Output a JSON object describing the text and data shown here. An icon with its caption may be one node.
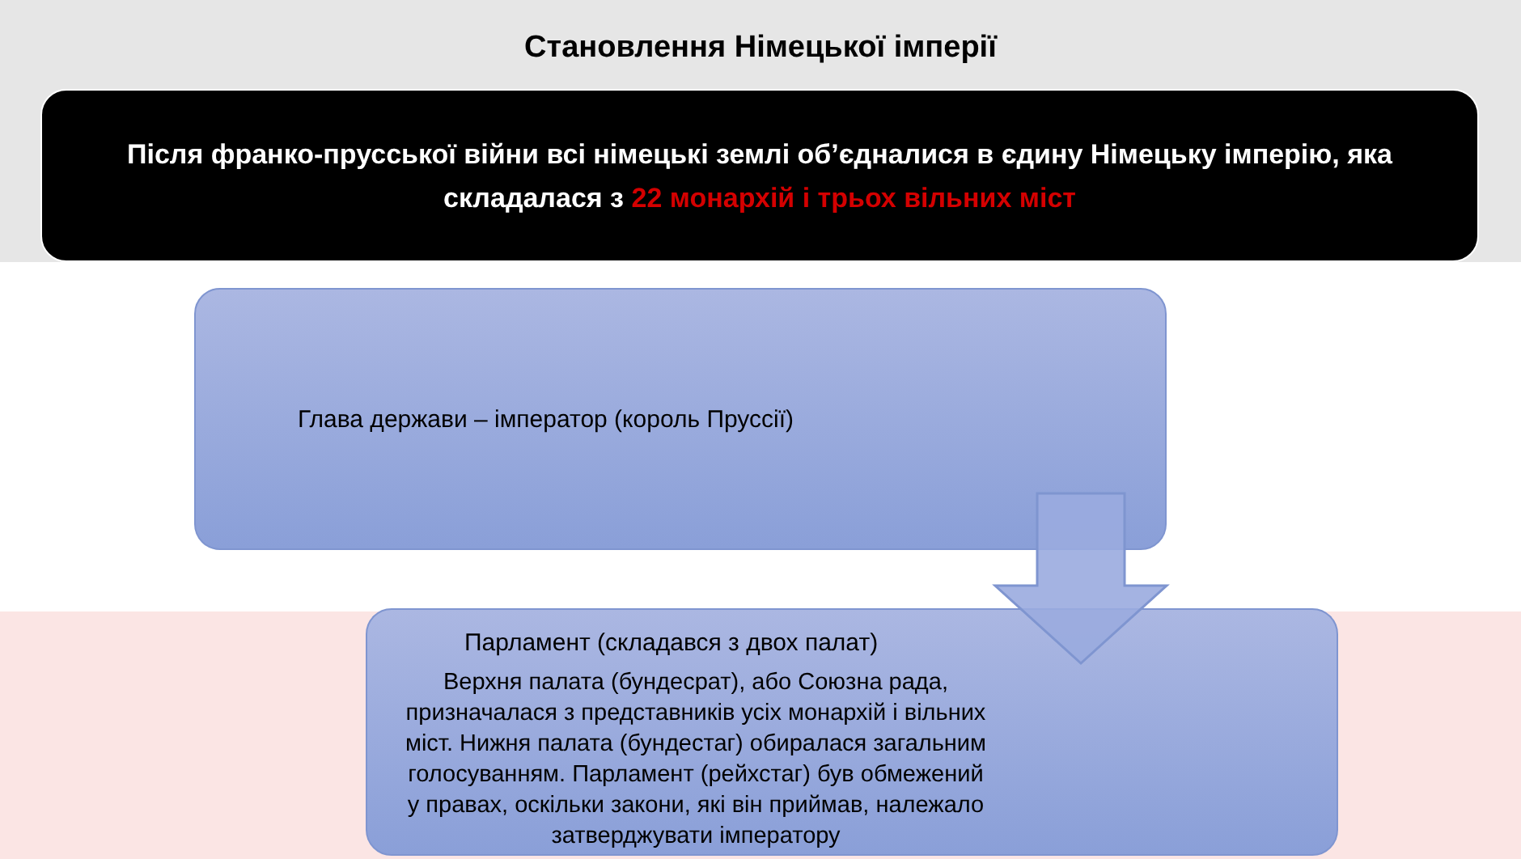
{
  "diagram": {
    "title": "Становлення Німецької імперії",
    "nodes": [
      {
        "text": [
          "Після франко-прусської війни всі німецькі землі об’єдналися в єдину Німецьку імперію, яка складалася з",
          "22 монархій і трьох вільних міст"
        ]
      },
      {
        "text": [
          "Глава держави – імператор (король Пруссії)"
        ]
      },
      {
        "text": [
          "Парламент (складався з двох палат)",
          "Верхня палата (бундесрат), або Союзна рада, призначалася з представників усіх монархій і вільних міст. Нижня палата (бундестаг) обиралася загальним голосуванням. Парламент (рейхстаг) був обмежений у правах, оскільки закони, які він приймав, належало затверджувати імператору"
        ]
      }
    ],
    "edges": [
      {
        "from": 1,
        "to": 2,
        "arrow": "to",
        "style": "thick"
      }
    ]
  }
}
